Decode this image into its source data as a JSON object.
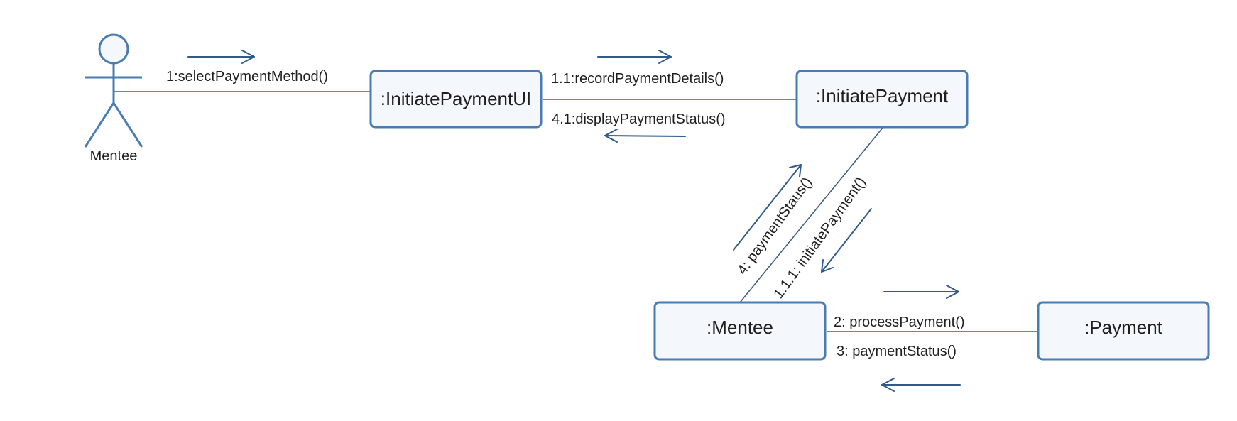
{
  "diagram": {
    "actor": {
      "label": "Mentee"
    },
    "objects": {
      "initiate_payment_ui": ":InitiatePaymentUI",
      "initiate_payment": ":InitiatePayment",
      "mentee": ":Mentee",
      "payment": ":Payment"
    },
    "messages": {
      "m1": "1:selectPaymentMethod()",
      "m1_1": "1.1:recordPaymentDetails()",
      "m4_1": "4.1:displayPaymentStatus()",
      "m4": "4: paymentStaus()",
      "m1_1_1": "1.1.1: initiatePayment()",
      "m2": "2: processPayment()",
      "m3": "3: paymentStatus()"
    }
  },
  "colors": {
    "box_fill": "#f4f8fd",
    "box_stroke": "#4a7bb1",
    "arrow": "#2f5a8a",
    "text": "#1f1f1f"
  }
}
